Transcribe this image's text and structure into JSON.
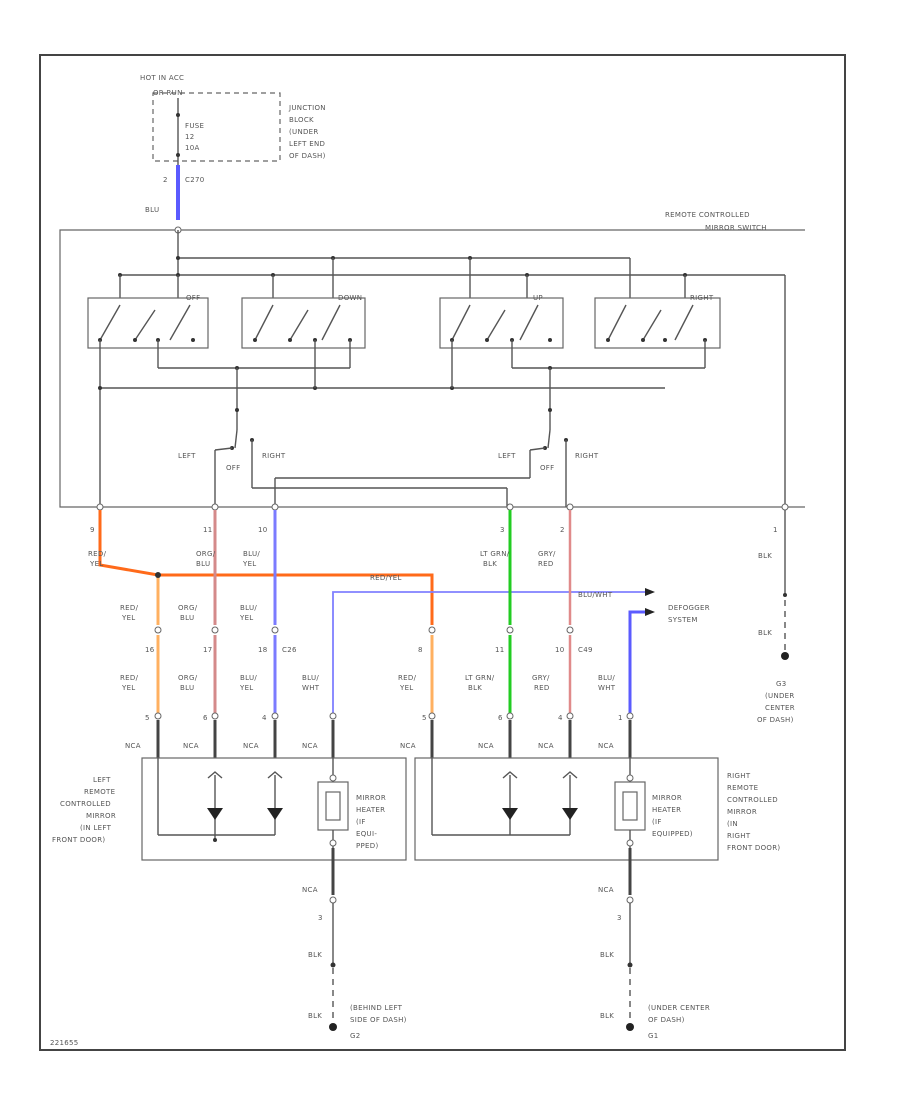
{
  "colors": {
    "blu_wire": "#5b5bff",
    "red_yel_wire": "#ff6a1a",
    "red_yel_light": "#ffb060",
    "lt_grn_wire": "#22cc22",
    "gry_red_wire": "#e08a8a",
    "org_blu_wire": "#d48a8a",
    "blu_yel_wire": "#7b7bff"
  },
  "labels": {
    "hot_in": "HOT IN ACC",
    "or_run": "OR RUN",
    "fuse": "FUSE",
    "fuse_num": "12",
    "fuse_amp": "10A",
    "junction_block": [
      "JUNCTION",
      "BLOCK",
      "(UNDER",
      "LEFT END",
      "OF DASH)"
    ],
    "c270": "C270",
    "pin2_top": "2",
    "blu_top": "BLU",
    "switch_title": [
      "REMOTE CONTROLLED",
      "MIRROR SWITCH"
    ],
    "sw_off": "OFF",
    "sw_down": "DOWN",
    "sw_up": "UP",
    "sw_right": "RIGHT",
    "left": "LEFT",
    "off": "OFF",
    "right": "RIGHT",
    "pin_9": "9",
    "pin_11": "11",
    "pin_10": "10",
    "pin_3": "3",
    "pin_2": "2",
    "pin_1": "1",
    "pin_16": "16",
    "pin_17": "17",
    "pin_18": "18",
    "pin_8": "8",
    "pin_11b": "11",
    "pin_10b": "10",
    "pin_5": "5",
    "pin_6": "6",
    "pin_4": "4",
    "pin_1b": "1",
    "pin_3c": "3",
    "red": "RED/",
    "yel": "YEL",
    "org": "ORG/",
    "blu": "BLU",
    "bluy": "BLU/",
    "yel2": "YEL",
    "lt_grn": "LT GRN/",
    "blk": "BLK",
    "gry": "GRY/",
    "red2": "RED",
    "blk_right": "BLK",
    "red_yel_mid": "RED/YEL",
    "blu_wht_mid": "BLU/WHT",
    "c26": "C26",
    "c49": "C49",
    "blu_wht": "BLU/",
    "wht": "WHT",
    "defogger": [
      "DEFOGGER",
      "SYSTEM"
    ],
    "g3": [
      "G3",
      "(UNDER",
      "CENTER",
      "OF DASH)"
    ],
    "nca": "NCA",
    "left_mirror": [
      "LEFT",
      "REMOTE",
      "CONTROLLED",
      "MIRROR",
      "(IN LEFT",
      "FRONT DOOR)"
    ],
    "right_mirror": [
      "RIGHT",
      "REMOTE",
      "CONTROLLED",
      "MIRROR",
      "(IN",
      "RIGHT",
      "FRONT DOOR)"
    ],
    "heater_left": [
      "MIRROR",
      "HEATER",
      "(IF",
      "EQUI-",
      "PPED)"
    ],
    "heater_right": [
      "MIRROR",
      "HEATER",
      "(IF",
      "EQUIPPED)"
    ],
    "behind_left": [
      "(BEHIND LEFT",
      "SIDE OF DASH)"
    ],
    "g2": "G2",
    "under_center": [
      "(UNDER CENTER",
      "OF DASH)"
    ],
    "g1": "G1",
    "fig_id": "221655"
  }
}
